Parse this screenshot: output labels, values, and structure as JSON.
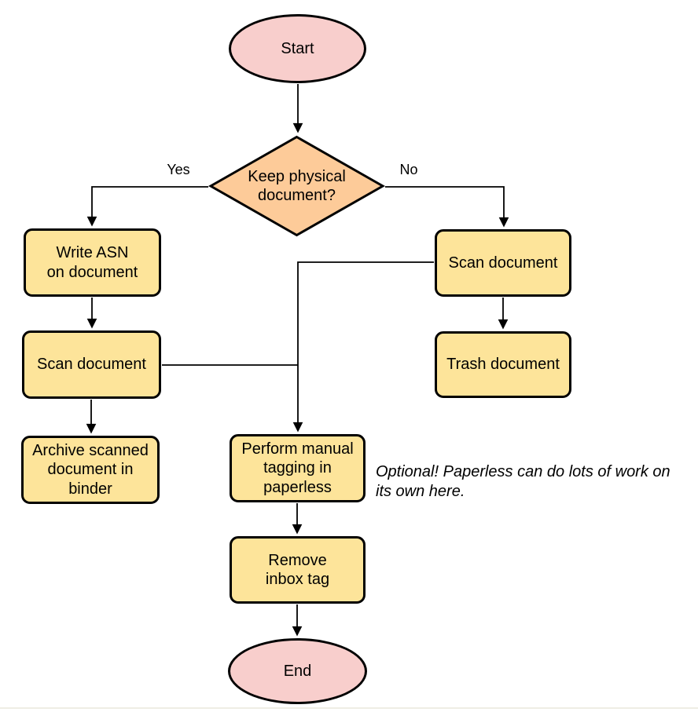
{
  "nodes": {
    "start": {
      "label": "Start",
      "type": "terminal"
    },
    "decision": {
      "label": "Keep physical\ndocument?",
      "type": "decision"
    },
    "write_asn": {
      "label": "Write ASN\non document",
      "type": "process"
    },
    "scan_left": {
      "label": "Scan document",
      "type": "process"
    },
    "archive": {
      "label": "Archive scanned\ndocument in\nbinder",
      "type": "process"
    },
    "scan_right": {
      "label": "Scan document",
      "type": "process"
    },
    "trash": {
      "label": "Trash document",
      "type": "process"
    },
    "tagging": {
      "label": "Perform manual\ntagging in\npaperless",
      "type": "process"
    },
    "remove_tag": {
      "label": "Remove\ninbox tag",
      "type": "process"
    },
    "end": {
      "label": "End",
      "type": "terminal"
    }
  },
  "edge_labels": {
    "yes": "Yes",
    "no": "No"
  },
  "annotation": {
    "text": "Optional! Paperless can do lots of work on\nits own here."
  },
  "colors": {
    "terminal_fill": "#F8CECC",
    "decision_fill": "#FDCB99",
    "process_fill": "#FDE49A",
    "stroke": "#000000",
    "connector": "#000000"
  }
}
